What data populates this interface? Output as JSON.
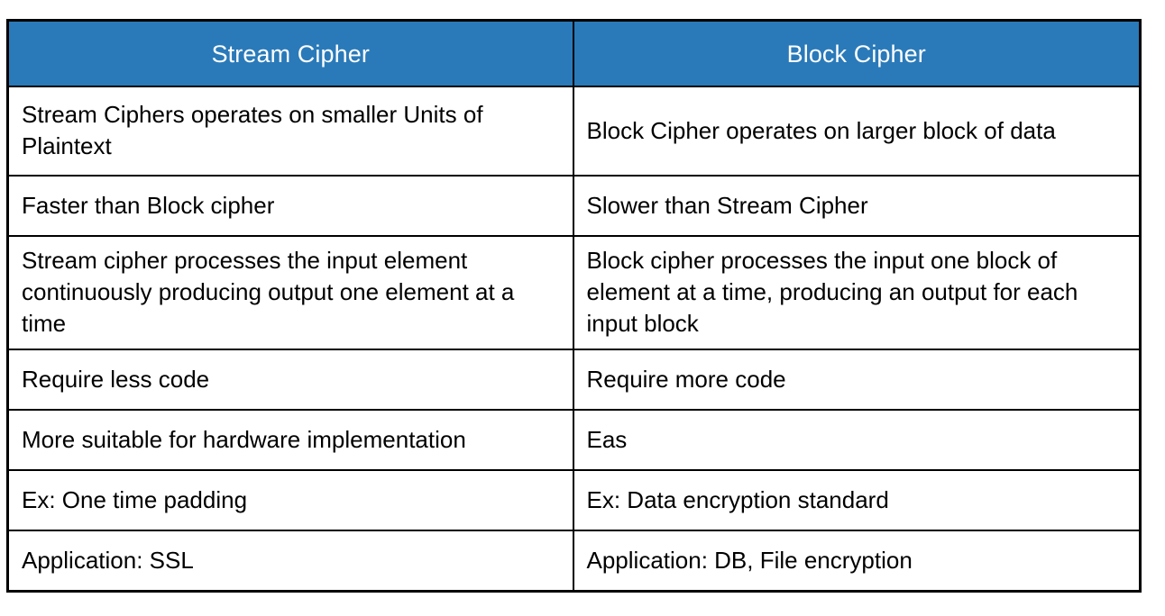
{
  "document": {
    "type": "comparison-table",
    "title": "Stream Cipher vs Block Cipher comparison table",
    "accent_color": "#2a7ab9",
    "header_text_color": "#ffffff",
    "border_color": "#000000",
    "background_color": "#ffffff"
  },
  "table": {
    "columns": [
      {
        "key": "stream",
        "label": "Stream Cipher"
      },
      {
        "key": "block",
        "label": "Block Cipher"
      }
    ],
    "rows": [
      {
        "stream": "Stream Ciphers operates on smaller Units of Plaintext",
        "block": "Block Cipher operates on larger block of data",
        "lines": 2
      },
      {
        "stream": "Faster than Block cipher",
        "block": "Slower than Stream Cipher",
        "lines": 1
      },
      {
        "stream": "Stream cipher processes the input element continuously producing output one element at a time",
        "block": "Block cipher processes the input one block of element at a time, producing an output for each input block",
        "lines": 3
      },
      {
        "stream": "Require less code",
        "block": "Require more code",
        "lines": 1
      },
      {
        "stream": "More suitable for hardware implementation",
        "block": "Eas",
        "lines": 1
      },
      {
        "stream": "Ex: One time padding",
        "block": "Ex: Data encryption standard",
        "lines": 1
      },
      {
        "stream": "Application: SSL",
        "block": "Application: DB, File encryption",
        "lines": 1
      }
    ]
  }
}
